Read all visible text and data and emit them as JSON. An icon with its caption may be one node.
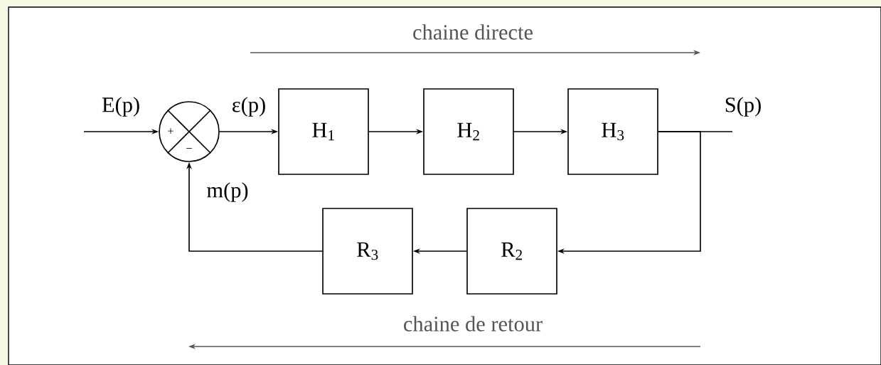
{
  "diagram": {
    "nodes": [
      {
        "text": [
          "+",
          "−"
        ]
      },
      {
        "text": [
          "H$_{1}$"
        ]
      },
      {
        "text": [
          "H$_{2}$"
        ]
      },
      {
        "text": [
          "H$_{3}$"
        ]
      },
      {
        "text": [
          "R$_{2}$"
        ]
      },
      {
        "text": [
          "R$_{3}$"
        ]
      }
    ],
    "edges": [
      {
        "from": null,
        "to": 0,
        "arrow": "to",
        "label": "E(p)"
      },
      {
        "from": 0,
        "to": 1,
        "arrow": "to",
        "label": "ε(p)"
      },
      {
        "from": 1,
        "to": 2,
        "arrow": "to"
      },
      {
        "from": 2,
        "to": 3,
        "arrow": "to"
      },
      {
        "from": 3,
        "to": null,
        "arrow": "none",
        "label": "S(p)"
      },
      {
        "from": 3,
        "to": 4,
        "arrow": "to"
      },
      {
        "from": 4,
        "to": 5,
        "arrow": "to"
      },
      {
        "from": 5,
        "to": 0,
        "arrow": "to",
        "label": "m(p)"
      }
    ],
    "labels": [
      "chaine directe",
      "chaine de retour"
    ]
  }
}
